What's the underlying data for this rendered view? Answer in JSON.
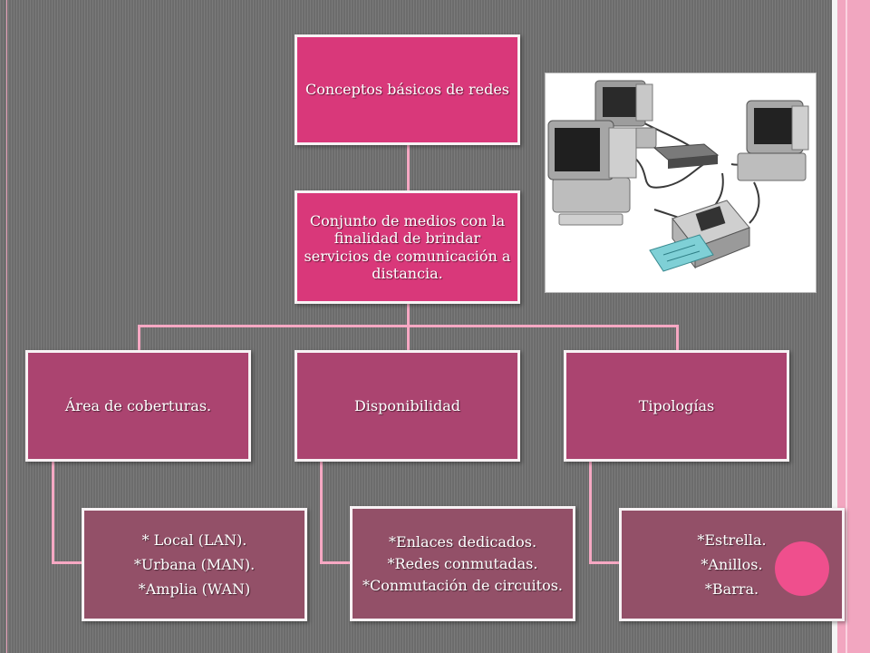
{
  "diagram": {
    "root": {
      "text": "Conceptos básicos de redes"
    },
    "definition": {
      "text": "Conjunto de medios con la finalidad de brindar servicios de comunicación a distancia."
    },
    "categories": [
      {
        "title": "Área de coberturas.",
        "items": [
          "* Local (LAN).",
          "*Urbana (MAN).",
          "*Amplia (WAN)"
        ]
      },
      {
        "title": "Disponibilidad",
        "items": [
          "*Enlaces  dedicados.",
          "*Redes conmutadas.",
          "*Conmutación de circuitos."
        ]
      },
      {
        "title": "Tipologías",
        "items": [
          "*Estrella.",
          "*Anillos.",
          "*Barra."
        ]
      }
    ]
  },
  "colors": {
    "background": "#737373",
    "root_fill": "#d9387a",
    "category_fill": "#ab4470",
    "item_fill": "#935068",
    "connector": "#f6a8c3",
    "accent_circle": "#ef4f8d",
    "side_band": "#f2a6c0"
  },
  "illustration": {
    "icon": "computer-network-illustration-icon"
  }
}
